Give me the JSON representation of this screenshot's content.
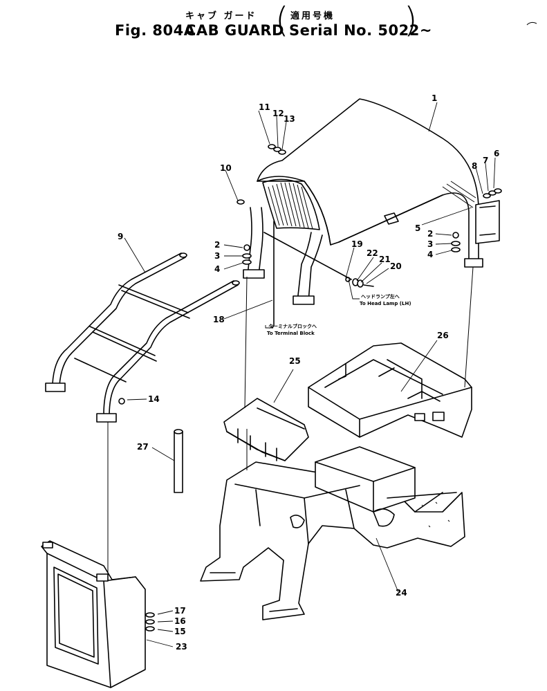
{
  "header": {
    "jp_title": "キャブ ガード",
    "jp_serial": "適用号機",
    "figure": "Fig. 804A",
    "title": "CAB GUARD",
    "serial": "Serial No. 5022~"
  },
  "notes": {
    "head_lamp_jp": "ヘッドランプ左へ",
    "head_lamp_en": "To Head Lamp (LH)",
    "terminal_jp": "ターミナルブロックへ",
    "terminal_en": "To Terminal Block"
  },
  "callouts": [
    "1",
    "2",
    "3",
    "4",
    "5",
    "6",
    "7",
    "8",
    "9",
    "10",
    "11",
    "12",
    "13",
    "14",
    "15",
    "16",
    "17",
    "18",
    "19",
    "20",
    "21",
    "22",
    "23",
    "24",
    "25",
    "26",
    "27",
    "2",
    "3",
    "4"
  ]
}
